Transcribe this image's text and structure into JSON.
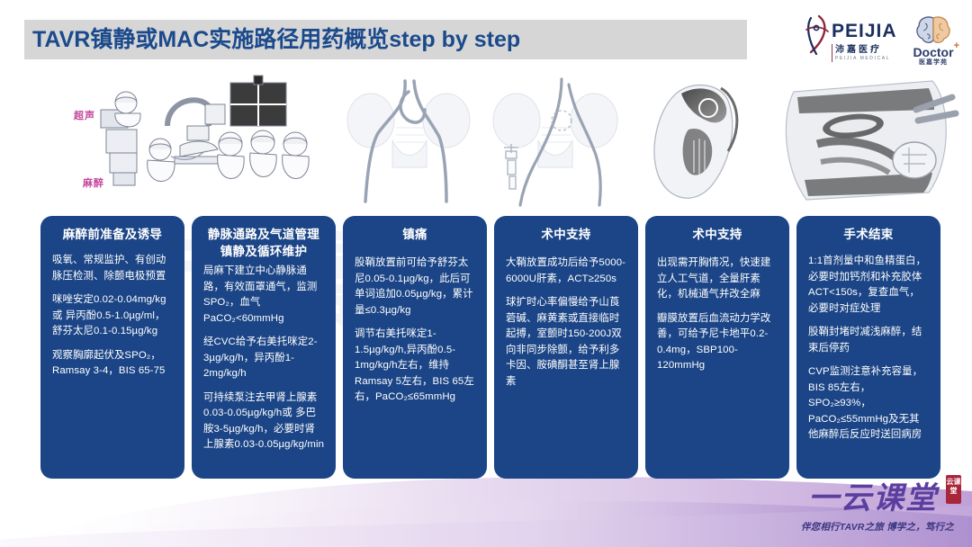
{
  "header": {
    "title": "TAVR镇静或MAC实施路径用药概览step by step",
    "band_color": "#d6d6d6",
    "title_color": "#1b4a8c"
  },
  "logos": {
    "peijia": {
      "name": "peijia-logo",
      "wordmark": "PEIJIA",
      "chinese": "沛嘉医疗",
      "english": "PEIJIA MEDICAL"
    },
    "doctor": {
      "name": "doctor-plus-logo",
      "wordmark": "Doctor",
      "plus": "+",
      "chinese": "医嘉学苑"
    }
  },
  "illustration": {
    "labels": {
      "ultrasound": "超声",
      "anesthesia": "麻醉"
    },
    "panels": [
      "operating-room-team-sketch",
      "iliofemoral-artery-anatomy-sketch",
      "iliofemoral-access-sheath-sketch",
      "heart-valve-cross-section-sketch",
      "echocardiogram-ultrasound-sketch"
    ]
  },
  "cards": [
    {
      "title": "麻醉前准备及诱导",
      "paragraphs": [
        "吸氧、常规监护、有创动脉压检测、除颤电极预置",
        "咪唑安定0.02-0.04mg/kg 或 异丙酚0.5-1.0µg/ml，舒芬太尼0.1-0.15µg/kg",
        "观察胸廓起伏及SPO₂，Ramsay 3-4，BIS 65-75"
      ]
    },
    {
      "title": "静脉通路及气道管理\n镇静及循环维护",
      "title_line1": "静脉通路及气道管理",
      "title_line2": "镇静及循环维护",
      "paragraphs": [
        "局麻下建立中心静脉通路，有效面罩通气，监测SPO₂，血气PaCO₂<60mmHg",
        "经CVC给予右美托咪定2-3µg/kg/h，异丙酚1-2mg/kg/h",
        "可持续泵注去甲肾上腺素0.03-0.05µg/kg/h或 多巴胺3-5µg/kg/h，必要时肾上腺素0.03-0.05µg/kg/min"
      ]
    },
    {
      "title": "镇痛",
      "paragraphs": [
        "股鞘放置前可给予舒芬太尼0.05-0.1µg/kg，此后可单词追加0.05µg/kg，累计量≤0.3µg/kg",
        "调节右美托咪定1-1.5µg/kg/h,异丙酚0.5-1mg/kg/h左右，维持Ramsay 5左右，BIS 65左右，PaCO₂≤65mmHg"
      ]
    },
    {
      "title": "术中支持",
      "paragraphs": [
        "大鞘放置成功后给予5000-6000U肝素，ACT≥250s",
        "球扩时心率偏慢给予山莨菪碱、麻黄素或直接临时起搏，室颤时150-200J双向非同步除颤，给予利多卡因、胺碘酮甚至肾上腺素"
      ]
    },
    {
      "title": "术中支持",
      "paragraphs": [
        "出现需开胸情况，快速建立人工气道，全量肝素化，机械通气并改全麻",
        "瓣膜放置后血流动力学改善，可给予尼卡地平0.2-0.4mg，SBP100-120mmHg"
      ]
    },
    {
      "title": "手术结束",
      "paragraphs": [
        "1:1首剂量中和鱼精蛋白，必要时加钙剂和补充胶体ACT<150s，复查血气，必要时对症处理",
        "股鞘封堵时减浅麻醉，结束后停药",
        "CVP监测注意补充容量，BIS 85左右，SPO₂≥93%，PaCO₂≤55mmHg及无其他麻醉后反应时送回病房"
      ]
    }
  ],
  "brand": {
    "main": "一云课堂",
    "seal": "云课堂",
    "tagline": "伴您相行TAVR之旅 博学之，笃行之",
    "color": "#5b3fa0"
  },
  "theme": {
    "card_blue": "#1b4586",
    "wave_purple": "#c9a8d8",
    "label_pink": "#c4449b"
  }
}
